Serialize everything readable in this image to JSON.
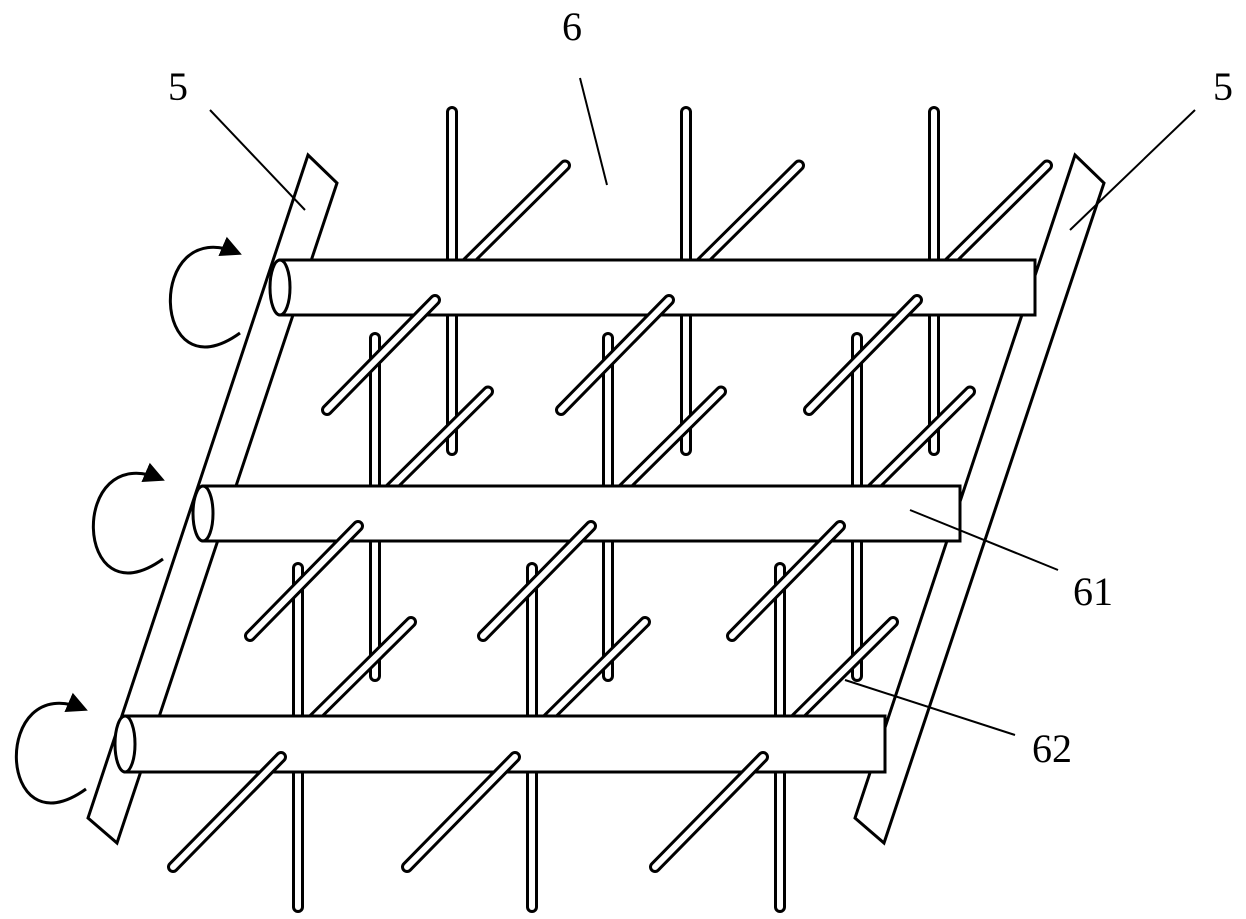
{
  "labels": {
    "frame_left": "5",
    "frame_right": "5",
    "assembly": "6",
    "shaft": "61",
    "rod": "62"
  },
  "diagram": {
    "shaft_rows": 3,
    "rod_columns_per_row": 3,
    "rotation_arrows": 3
  }
}
